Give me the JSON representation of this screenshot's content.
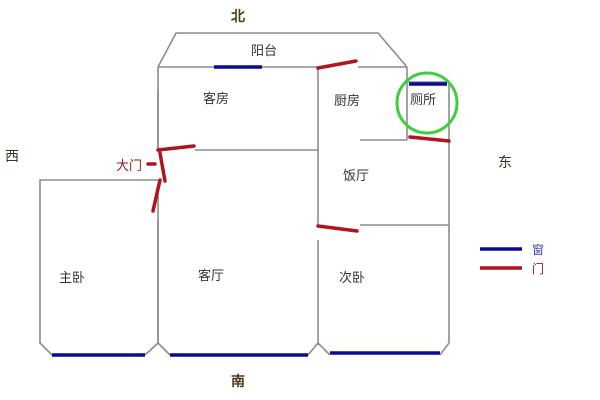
{
  "directions": {
    "north": "北",
    "south": "南",
    "east": "东",
    "west": "西"
  },
  "rooms": {
    "balcony": "阳台",
    "guest_room": "客房",
    "kitchen": "厨房",
    "toilet": "厕所",
    "dining_room": "饭厅",
    "master_bedroom": "主卧",
    "living_room": "客厅",
    "second_bedroom": "次卧"
  },
  "main_door": {
    "label": "大门"
  },
  "legend": {
    "window": {
      "label": "窗",
      "color": "#0a0a9a"
    },
    "door": {
      "label": "门",
      "color": "#b0141e"
    }
  },
  "highlight": {
    "room": "厕所",
    "color": "#3ecf3e"
  },
  "colors": {
    "wall": "#8c8c8c",
    "window": "#0a0a9a",
    "door": "#b0141e"
  }
}
